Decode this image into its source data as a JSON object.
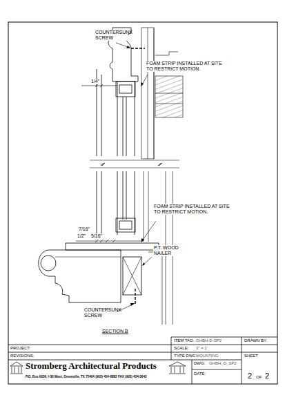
{
  "diagram": {
    "labels": [
      "COUNTERSUNK SCREW",
      "FOAM STRIP INSTALLED AT SITE TO RESTRICT MOTION.",
      "1/4\"",
      "FOAM STRIP INSTALLED AT SITE TO RESTRICT MOTION.",
      "7/16\"",
      "1/2\"",
      "5/16\"",
      "P.T. WOOD NAILER",
      "COUNTERSUNK SCREW",
      "SECTION B",
      "ITEM TAG:",
      "GHBH-D-SP2",
      "DRAWN BY:",
      "PROJECT:",
      "SCALE:",
      "3\" = 1'",
      "REVISIONS:",
      "TYPE DWG:",
      "MOUNTING",
      "SHEET",
      "Stromberg Architectural Products",
      "P.O. Box 6036, I-30 West, Greenville, TX 75404 (903) 454-8882 FAX (903) 454-3642",
      "DWG:",
      "GHBH_D_SP2",
      "DATE:",
      "2",
      "OF",
      "2"
    ]
  }
}
